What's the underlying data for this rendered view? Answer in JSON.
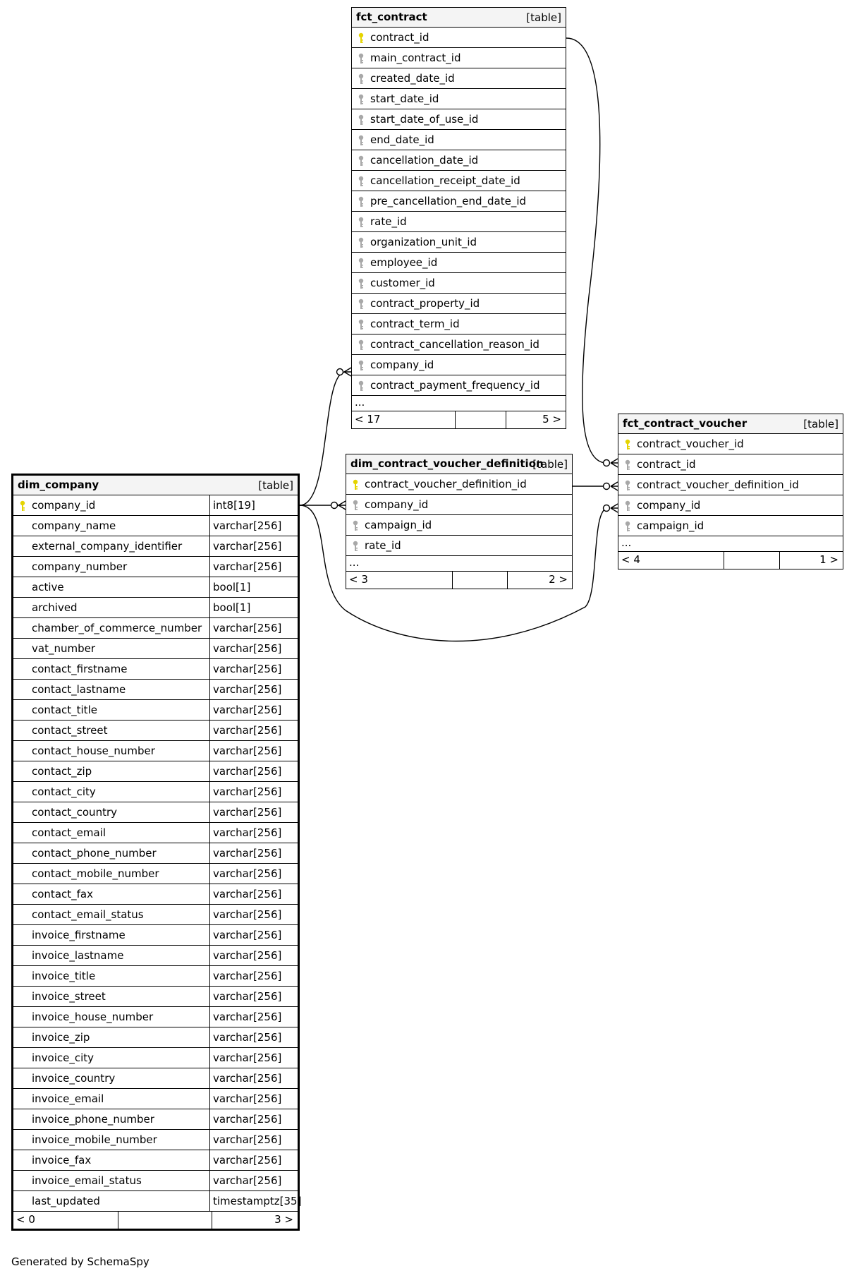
{
  "tables": {
    "fct_contract": {
      "name": "fct_contract",
      "kind": "[table]",
      "columns": [
        {
          "name": "contract_id",
          "pk": true
        },
        {
          "name": "main_contract_id"
        },
        {
          "name": "created_date_id"
        },
        {
          "name": "start_date_id"
        },
        {
          "name": "start_date_of_use_id"
        },
        {
          "name": "end_date_id"
        },
        {
          "name": "cancellation_date_id"
        },
        {
          "name": "cancellation_receipt_date_id"
        },
        {
          "name": "pre_cancellation_end_date_id"
        },
        {
          "name": "rate_id"
        },
        {
          "name": "organization_unit_id"
        },
        {
          "name": "employee_id"
        },
        {
          "name": "customer_id"
        },
        {
          "name": "contract_property_id"
        },
        {
          "name": "contract_term_id"
        },
        {
          "name": "contract_cancellation_reason_id"
        },
        {
          "name": "company_id"
        },
        {
          "name": "contract_payment_frequency_id"
        }
      ],
      "ellipsis": "...",
      "footer": {
        "left": "< 17",
        "right": "5 >"
      }
    },
    "dim_contract_voucher_definition": {
      "name": "dim_contract_voucher_definition",
      "kind": "[table]",
      "columns": [
        {
          "name": "contract_voucher_definition_id",
          "pk": true
        },
        {
          "name": "company_id"
        },
        {
          "name": "campaign_id"
        },
        {
          "name": "rate_id"
        }
      ],
      "ellipsis": "...",
      "footer": {
        "left": "< 3",
        "right": "2 >"
      }
    },
    "fct_contract_voucher": {
      "name": "fct_contract_voucher",
      "kind": "[table]",
      "columns": [
        {
          "name": "contract_voucher_id",
          "pk": true
        },
        {
          "name": "contract_id"
        },
        {
          "name": "contract_voucher_definition_id"
        },
        {
          "name": "company_id"
        },
        {
          "name": "campaign_id"
        }
      ],
      "ellipsis": "...",
      "footer": {
        "left": "< 4",
        "right": "1 >"
      }
    },
    "dim_company": {
      "name": "dim_company",
      "kind": "[table]",
      "columns": [
        {
          "name": "company_id",
          "type": "int8[19]",
          "pk": true
        },
        {
          "name": "company_name",
          "type": "varchar[256]"
        },
        {
          "name": "external_company_identifier",
          "type": "varchar[256]"
        },
        {
          "name": "company_number",
          "type": "varchar[256]"
        },
        {
          "name": "active",
          "type": "bool[1]"
        },
        {
          "name": "archived",
          "type": "bool[1]"
        },
        {
          "name": "chamber_of_commerce_number",
          "type": "varchar[256]"
        },
        {
          "name": "vat_number",
          "type": "varchar[256]"
        },
        {
          "name": "contact_firstname",
          "type": "varchar[256]"
        },
        {
          "name": "contact_lastname",
          "type": "varchar[256]"
        },
        {
          "name": "contact_title",
          "type": "varchar[256]"
        },
        {
          "name": "contact_street",
          "type": "varchar[256]"
        },
        {
          "name": "contact_house_number",
          "type": "varchar[256]"
        },
        {
          "name": "contact_zip",
          "type": "varchar[256]"
        },
        {
          "name": "contact_city",
          "type": "varchar[256]"
        },
        {
          "name": "contact_country",
          "type": "varchar[256]"
        },
        {
          "name": "contact_email",
          "type": "varchar[256]"
        },
        {
          "name": "contact_phone_number",
          "type": "varchar[256]"
        },
        {
          "name": "contact_mobile_number",
          "type": "varchar[256]"
        },
        {
          "name": "contact_fax",
          "type": "varchar[256]"
        },
        {
          "name": "contact_email_status",
          "type": "varchar[256]"
        },
        {
          "name": "invoice_firstname",
          "type": "varchar[256]"
        },
        {
          "name": "invoice_lastname",
          "type": "varchar[256]"
        },
        {
          "name": "invoice_title",
          "type": "varchar[256]"
        },
        {
          "name": "invoice_street",
          "type": "varchar[256]"
        },
        {
          "name": "invoice_house_number",
          "type": "varchar[256]"
        },
        {
          "name": "invoice_zip",
          "type": "varchar[256]"
        },
        {
          "name": "invoice_city",
          "type": "varchar[256]"
        },
        {
          "name": "invoice_country",
          "type": "varchar[256]"
        },
        {
          "name": "invoice_email",
          "type": "varchar[256]"
        },
        {
          "name": "invoice_phone_number",
          "type": "varchar[256]"
        },
        {
          "name": "invoice_mobile_number",
          "type": "varchar[256]"
        },
        {
          "name": "invoice_fax",
          "type": "varchar[256]"
        },
        {
          "name": "invoice_email_status",
          "type": "varchar[256]"
        },
        {
          "name": "last_updated",
          "type": "timestamptz[35]"
        }
      ],
      "footer": {
        "left": "< 0",
        "right": "3 >"
      }
    }
  },
  "colors": {
    "pk_key": "#e5d400",
    "fk_key": "#a8a8a8",
    "header_bg": "#f4f4f4"
  },
  "footer_text": "Generated by SchemaSpy"
}
